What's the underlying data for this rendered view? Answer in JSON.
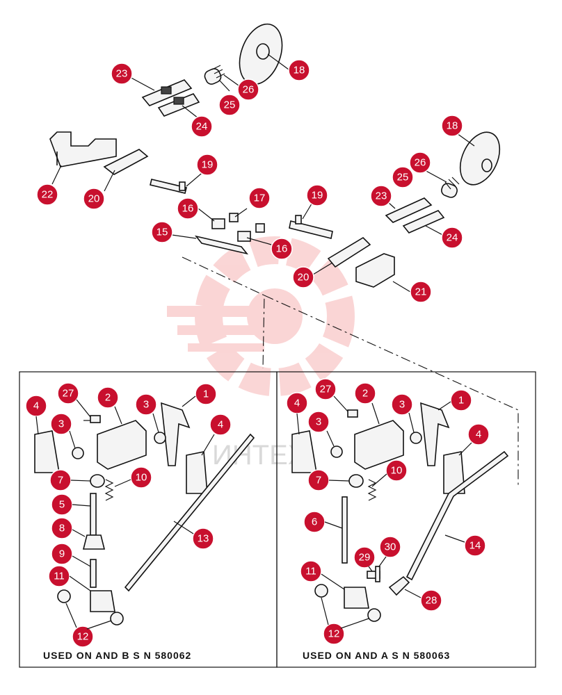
{
  "watermark": {
    "text": "ИНТЕХ",
    "color": "#f5a3a3"
  },
  "callout_color": "#c8102e",
  "panels": [
    {
      "caption": "USED  ON  AND  B S N   580062"
    },
    {
      "caption": "USED  ON  AND  A S N   580063"
    }
  ],
  "callouts": [
    "1",
    "2",
    "3",
    "4",
    "5",
    "6",
    "7",
    "8",
    "9",
    "10",
    "11",
    "12",
    "13",
    "14",
    "15",
    "16",
    "17",
    "18",
    "19",
    "20",
    "21",
    "22",
    "23",
    "24",
    "25",
    "26",
    "27",
    "28",
    "29",
    "30"
  ]
}
